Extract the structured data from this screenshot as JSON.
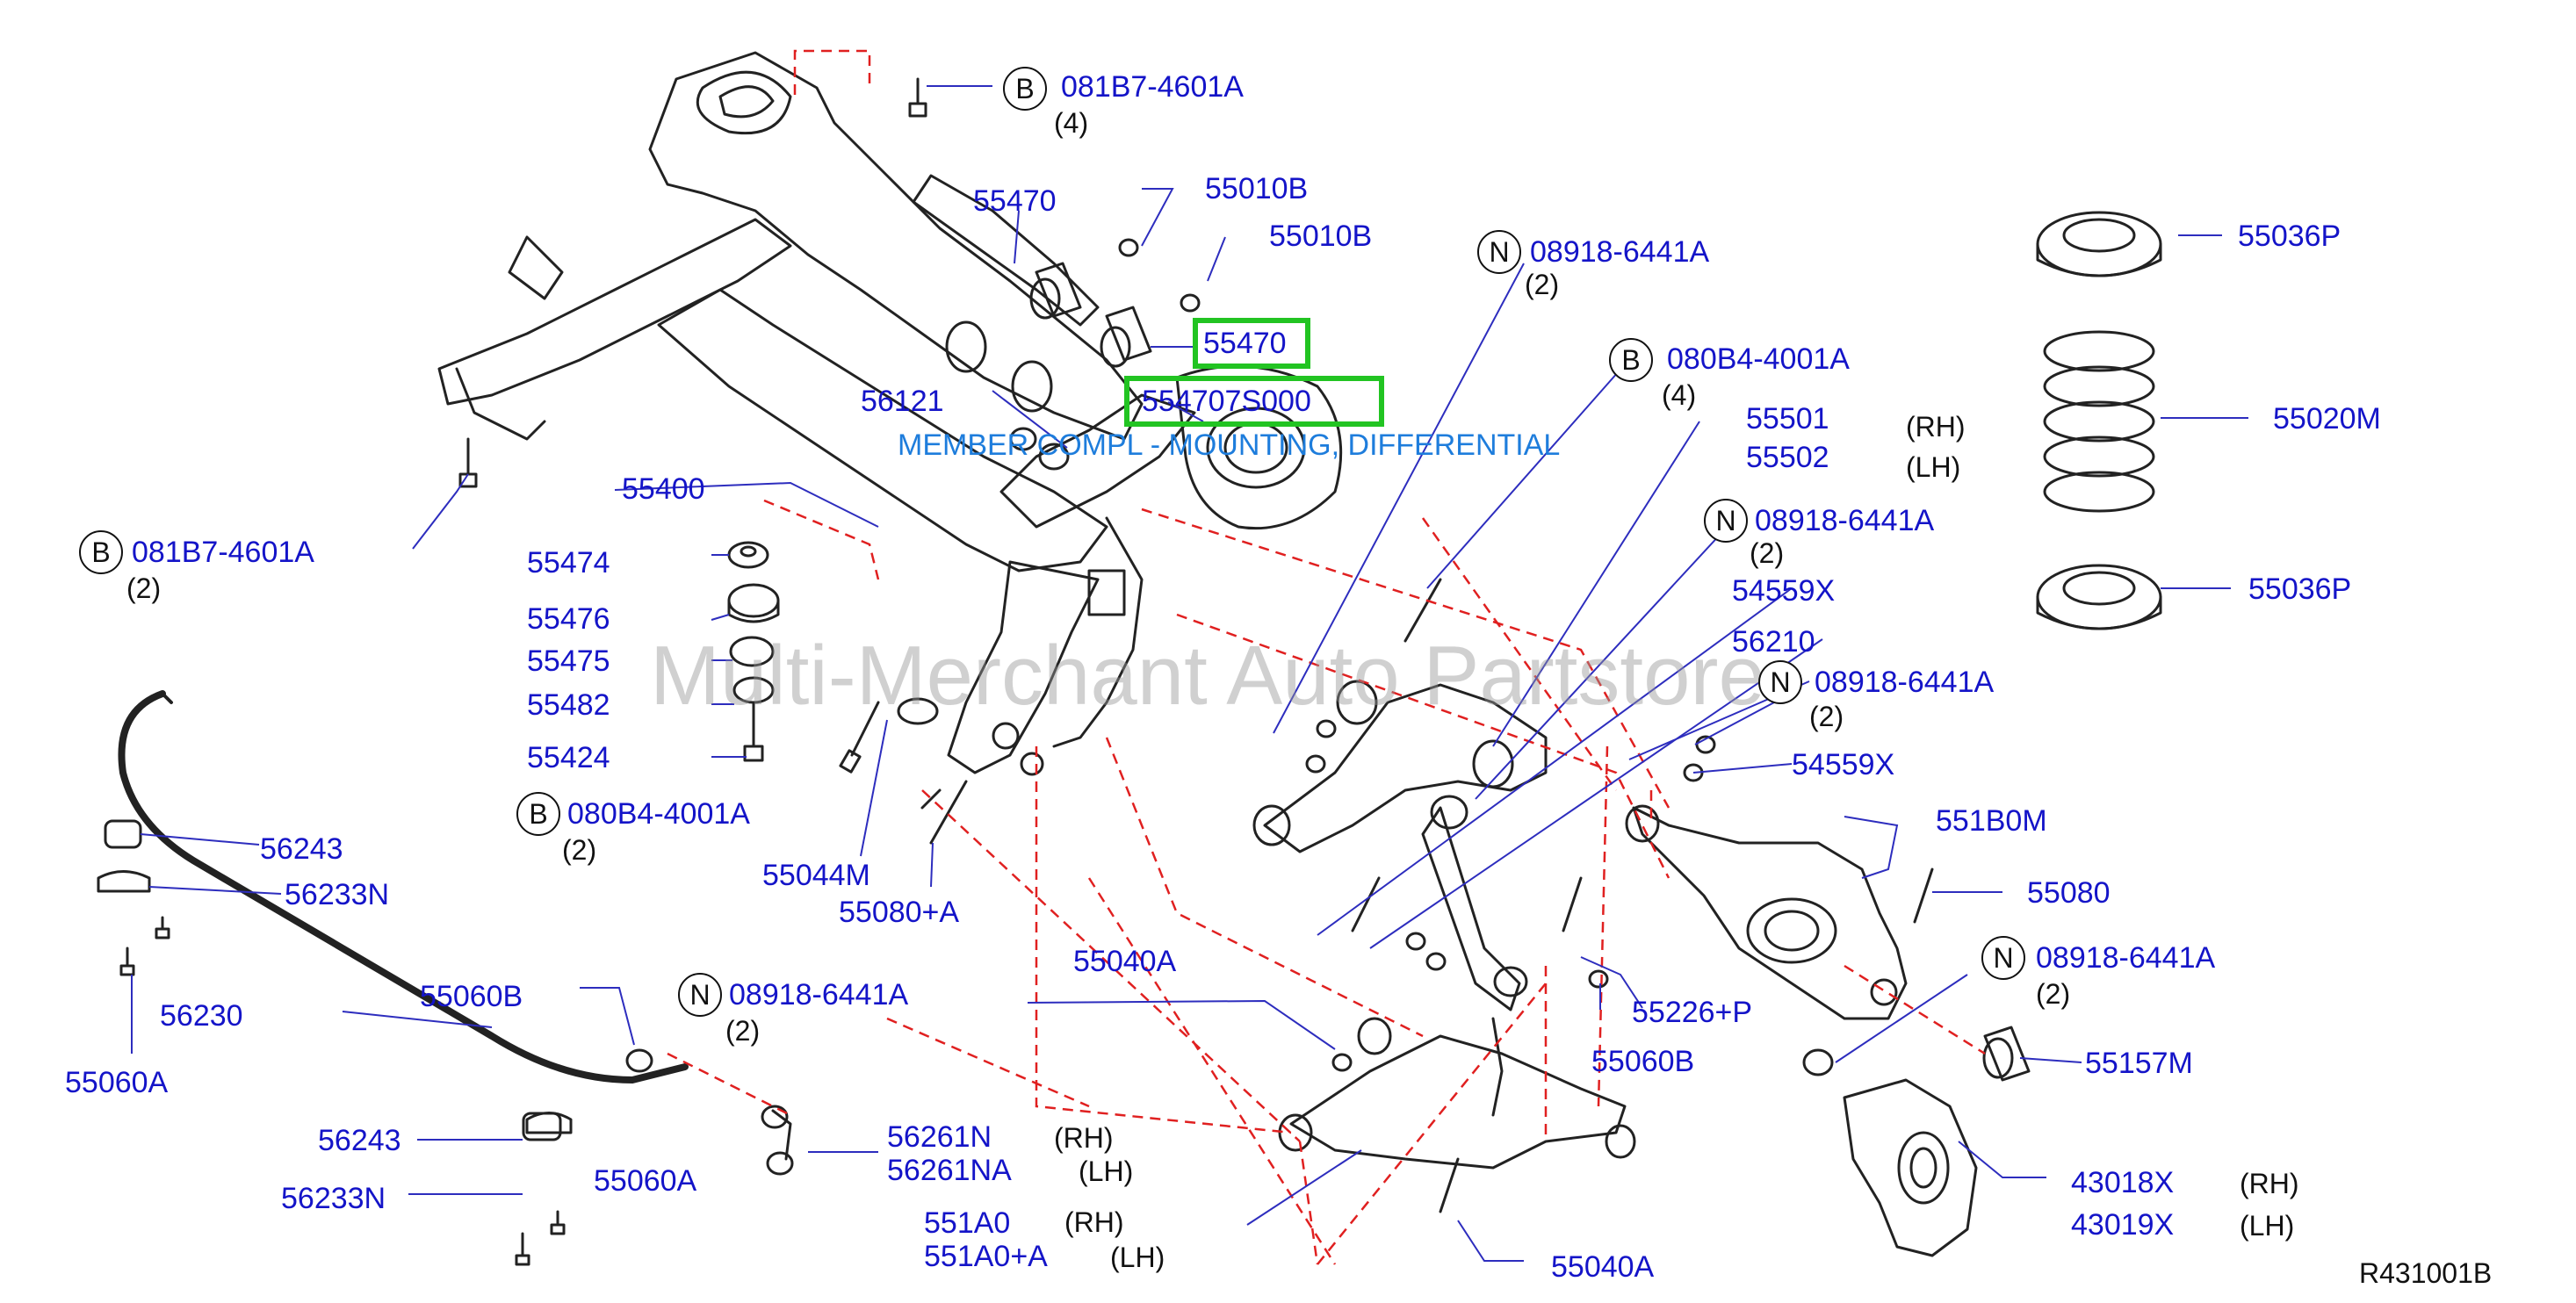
{
  "diagram": {
    "reference_code": "R431001B",
    "watermark": "Multi-Merchant Auto Partstore",
    "highlighted_part": "554707S000",
    "highlighted_note": "MEMBER COMPL - MOUNTING, DIFFERENTIAL",
    "colors": {
      "label": "#1414c8",
      "highlight": "#22c422",
      "note": "#1e7ddc",
      "leader": "#2d2dbe",
      "dashed": "#e02020"
    },
    "callouts": [
      {
        "part": "081B7-4601A",
        "marker": "B",
        "qty": "(4)"
      },
      {
        "part": "55470"
      },
      {
        "part": "55010B"
      },
      {
        "part": "55010B"
      },
      {
        "part": "55470"
      },
      {
        "part": "56121"
      },
      {
        "part": "08918-6441A",
        "marker": "N",
        "qty": "(2)"
      },
      {
        "part": "080B4-4001A",
        "marker": "B",
        "qty": "(4)"
      },
      {
        "part": "55501",
        "side": "(RH)"
      },
      {
        "part": "55502",
        "side": "(LH)"
      },
      {
        "part": "08918-6441A",
        "marker": "N",
        "qty": "(2)"
      },
      {
        "part": "54559X"
      },
      {
        "part": "56210"
      },
      {
        "part": "08918-6441A",
        "marker": "N",
        "qty": "(2)"
      },
      {
        "part": "54559X"
      },
      {
        "part": "55036P"
      },
      {
        "part": "55020M"
      },
      {
        "part": "55036P"
      },
      {
        "part": "55400"
      },
      {
        "part": "081B7-4601A",
        "marker": "B",
        "qty": "(2)"
      },
      {
        "part": "55474"
      },
      {
        "part": "55476"
      },
      {
        "part": "55475"
      },
      {
        "part": "55482"
      },
      {
        "part": "55424"
      },
      {
        "part": "080B4-4001A",
        "marker": "B",
        "qty": "(2)"
      },
      {
        "part": "55044M"
      },
      {
        "part": "55080+A"
      },
      {
        "part": "56243"
      },
      {
        "part": "56233N"
      },
      {
        "part": "56230"
      },
      {
        "part": "55060A"
      },
      {
        "part": "55060B"
      },
      {
        "part": "08918-6441A",
        "marker": "N",
        "qty": "(2)"
      },
      {
        "part": "55040A"
      },
      {
        "part": "551B0M"
      },
      {
        "part": "55080"
      },
      {
        "part": "55226+P"
      },
      {
        "part": "55060B"
      },
      {
        "part": "08918-6441A",
        "marker": "N",
        "qty": "(2)"
      },
      {
        "part": "55157M"
      },
      {
        "part": "56243"
      },
      {
        "part": "56233N"
      },
      {
        "part": "55060A"
      },
      {
        "part": "56261N",
        "side": "(RH)"
      },
      {
        "part": "56261NA",
        "side": "(LH)"
      },
      {
        "part": "551A0",
        "side": "(RH)"
      },
      {
        "part": "551A0+A",
        "side": "(LH)"
      },
      {
        "part": "55040A"
      },
      {
        "part": "43018X",
        "side": "(RH)"
      },
      {
        "part": "43019X",
        "side": "(LH)"
      }
    ]
  }
}
